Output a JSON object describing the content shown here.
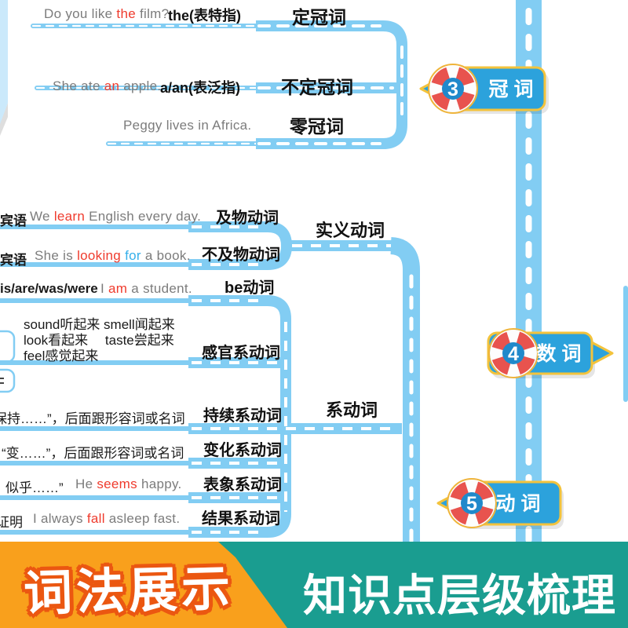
{
  "banner": {
    "left_title": "词法展示",
    "right_title": "知识点层级梳理"
  },
  "badges": [
    {
      "number": "3",
      "label": "冠 词"
    },
    {
      "number": "4",
      "label": "数 词"
    },
    {
      "number": "5",
      "label": "动 词"
    }
  ],
  "articles": {
    "rows": [
      {
        "pre": "Do you like ",
        "hl": "the",
        "post": " film?",
        "keyword": "the(表特指)",
        "label": "定冠词"
      },
      {
        "pre": "She ate ",
        "hl": "an",
        "post": " apple.",
        "keyword": "a/an(表泛指)",
        "label": "不定冠词"
      },
      {
        "pre": "Peggy lives in Africa.",
        "hl": "",
        "post": "",
        "keyword": "",
        "label": "零冠词"
      }
    ]
  },
  "verbs": {
    "notional_group_label": "实义动词",
    "linking_group_label": "系动词",
    "transitive": {
      "prefix": "宾语",
      "pre": "We ",
      "hl": "learn",
      "post": " English every day.",
      "label": "及物动词"
    },
    "intransitive": {
      "prefix": "宾语",
      "pre": "She is ",
      "hl": "looking",
      "mid": " ",
      "hl2": "for",
      "post": " a book.",
      "label": "不及物动词"
    },
    "be": {
      "prefix": "is/are/was/were",
      "pre": "I ",
      "hl": "am",
      "post": " a student.",
      "label": "be动词"
    },
    "sensory": {
      "line1": "sound听起来  smell闻起来",
      "line2": "look看起来　 taste尝起来",
      "line3": "feel感觉起来",
      "label": "感官系动词"
    },
    "durative": {
      "text": "保持……”，后面跟形容词或名词",
      "label": "持续系动词"
    },
    "change": {
      "text": "“变……”，后面跟形容词或名词",
      "label": "变化系动词"
    },
    "appearance": {
      "prefix": "似乎……”",
      "pre": "He ",
      "hl": "seems",
      "post": " happy.",
      "label": "表象系动词"
    },
    "result": {
      "prefix": "证明",
      "pre": "I always ",
      "hl": "fall",
      "post": " asleep fast.",
      "label": "结果系动词"
    }
  },
  "colors": {
    "road": "#82cdf3",
    "badge_blue": "#2ca2dc",
    "badge_border": "#f3c33c",
    "lifebuoy_red": "#e8534e",
    "lifebuoy_center": "#2089cb",
    "banner_teal": "#1a9d90",
    "banner_orange": "#f9a01c",
    "banner_orange_stroke": "#eb5711",
    "text_gray": "#7c7c7c",
    "highlight_red": "#ef3b2d",
    "highlight_blue": "#35afea"
  }
}
